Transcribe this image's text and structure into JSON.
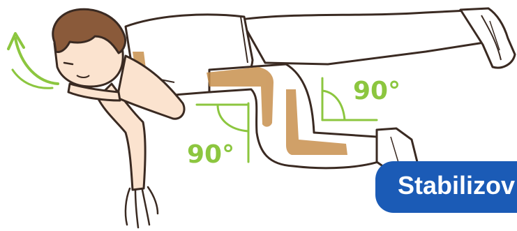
{
  "colors": {
    "accent_green": "#8cc63f",
    "banner_blue": "#1b5bb6",
    "highlight_tan": "#c8904e",
    "outline": "#3a2a22",
    "skin": "#fbe3cf",
    "hair": "#8a5a3a",
    "clothing": "#ffffff"
  },
  "illustration": {
    "angle_left": "90°",
    "angle_right": "90°",
    "icons": [
      "breath-arrow-icon",
      "right-angle-left-icon",
      "right-angle-right-icon"
    ]
  },
  "banner": {
    "label": "Stabilizov"
  }
}
